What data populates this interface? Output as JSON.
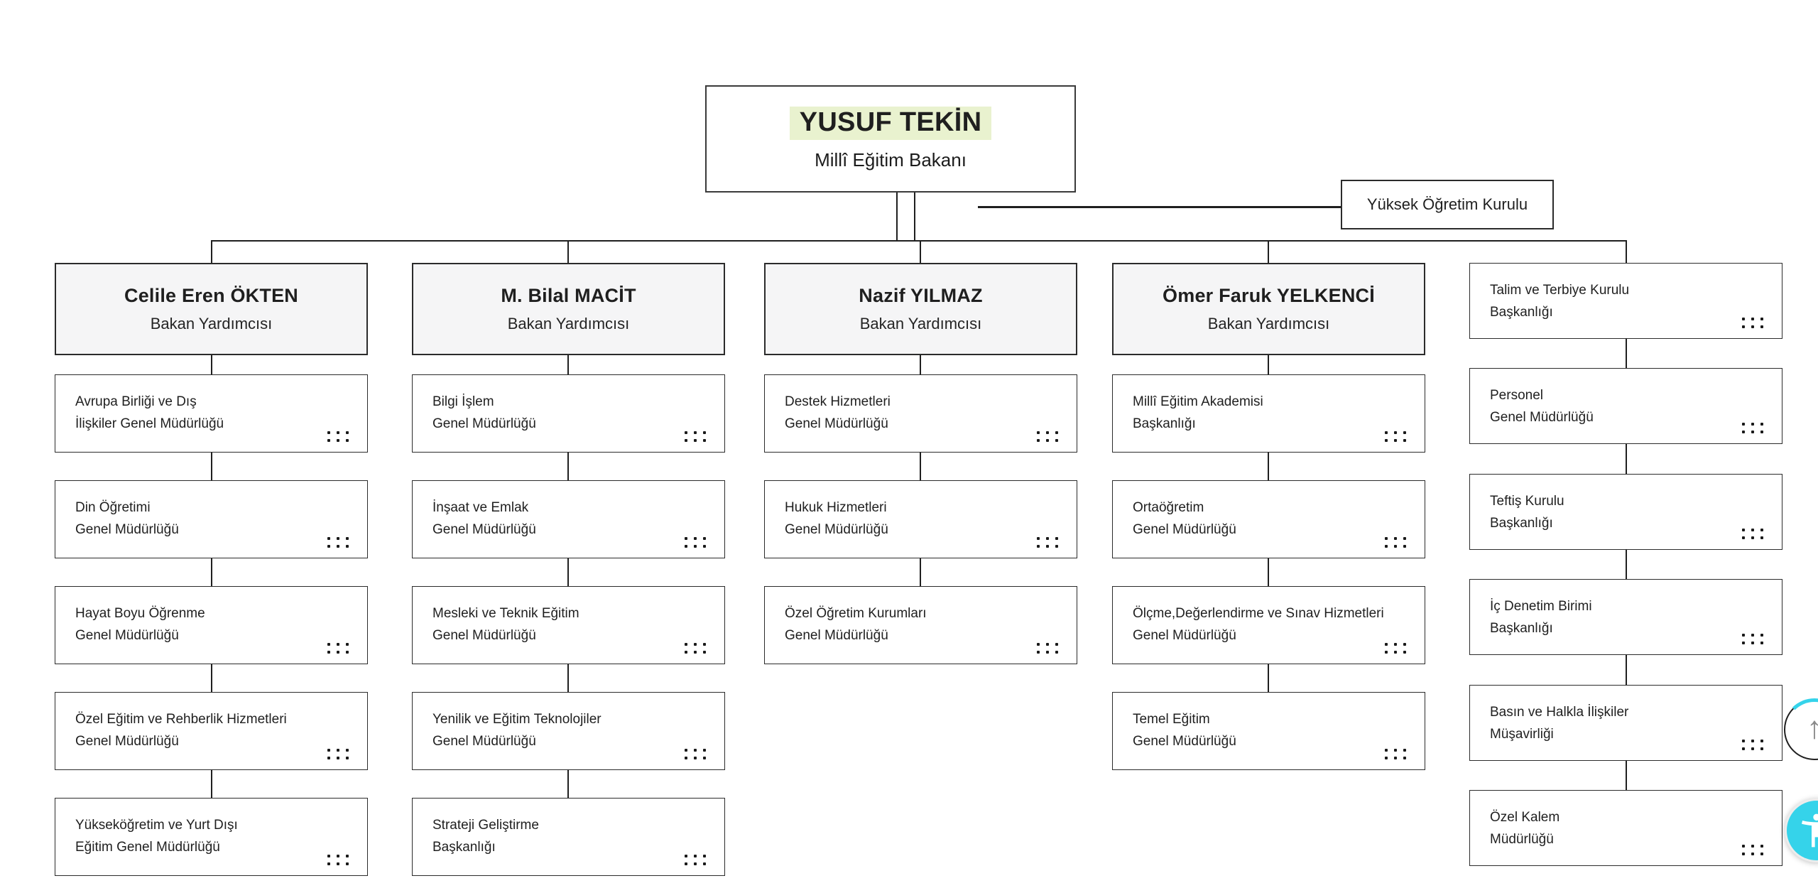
{
  "org": {
    "minister": {
      "name": "YUSUF TEKİN",
      "role": "Millî Eğitim Bakanı"
    },
    "side_box": {
      "label": "Yüksek Öğretim Kurulu"
    },
    "columns": [
      {
        "head": {
          "name": "Celile Eren ÖKTEN",
          "role": "Bakan Yardımcısı"
        },
        "children": [
          {
            "line1": "Avrupa Birliği ve Dış",
            "line2": "İlişkiler Genel Müdürlüğü"
          },
          {
            "line1": "Din Öğretimi",
            "line2": "Genel Müdürlüğü"
          },
          {
            "line1": "Hayat Boyu Öğrenme",
            "line2": "Genel Müdürlüğü"
          },
          {
            "line1": "Özel Eğitim ve Rehberlik Hizmetleri",
            "line2": "Genel Müdürlüğü"
          },
          {
            "line1": "Yükseköğretim ve Yurt Dışı",
            "line2": "Eğitim Genel Müdürlüğü"
          }
        ]
      },
      {
        "head": {
          "name": "M. Bilal MACİT",
          "role": "Bakan Yardımcısı"
        },
        "children": [
          {
            "line1": "Bilgi İşlem",
            "line2": "Genel Müdürlüğü"
          },
          {
            "line1": "İnşaat ve Emlak",
            "line2": "Genel Müdürlüğü"
          },
          {
            "line1": "Mesleki ve Teknik Eğitim",
            "line2": "Genel Müdürlüğü"
          },
          {
            "line1": "Yenilik ve Eğitim Teknolojiler",
            "line2": "Genel Müdürlüğü"
          },
          {
            "line1": "Strateji Geliştirme",
            "line2": "Başkanlığı"
          }
        ]
      },
      {
        "head": {
          "name": "Nazif YILMAZ",
          "role": "Bakan Yardımcısı"
        },
        "children": [
          {
            "line1": "Destek Hizmetleri",
            "line2": "Genel Müdürlüğü"
          },
          {
            "line1": "Hukuk Hizmetleri",
            "line2": "Genel Müdürlüğü"
          },
          {
            "line1": "Özel Öğretim Kurumları",
            "line2": "Genel Müdürlüğü"
          }
        ]
      },
      {
        "head": {
          "name": "Ömer Faruk YELKENCİ",
          "role": "Bakan Yardımcısı"
        },
        "children": [
          {
            "line1": "Millî Eğitim Akademisi",
            "line2": "Başkanlığı"
          },
          {
            "line1": "Ortaöğretim",
            "line2": "Genel Müdürlüğü"
          },
          {
            "line1": "Ölçme,Değerlendirme ve Sınav Hizmetleri",
            "line2": "Genel Müdürlüğü"
          },
          {
            "line1": "Temel Eğitim",
            "line2": "Genel Müdürlüğü"
          }
        ]
      },
      {
        "head": null,
        "children": [
          {
            "line1": "Talim ve Terbiye Kurulu",
            "line2": "Başkanlığı"
          },
          {
            "line1": "Personel",
            "line2": "Genel Müdürlüğü"
          },
          {
            "line1": "Teftiş Kurulu",
            "line2": "Başkanlığı"
          },
          {
            "line1": "İç Denetim Birimi",
            "line2": "Başkanlığı"
          },
          {
            "line1": "Basın ve Halkla İlişkiler",
            "line2": "Müşavirliği"
          },
          {
            "line1": "Özel Kalem",
            "line2": "Müdürlüğü"
          }
        ]
      }
    ]
  },
  "floating": {
    "scroll_top_icon": "↑"
  },
  "colors": {
    "connector_line": "#1f1f1f",
    "box_border": "#2b2b2b",
    "header_fill": "#f5f5f6",
    "minister_name_highlight": "#e9f2cf",
    "accent_cyan": "#35d3ea",
    "text": "#1f1f1f"
  }
}
